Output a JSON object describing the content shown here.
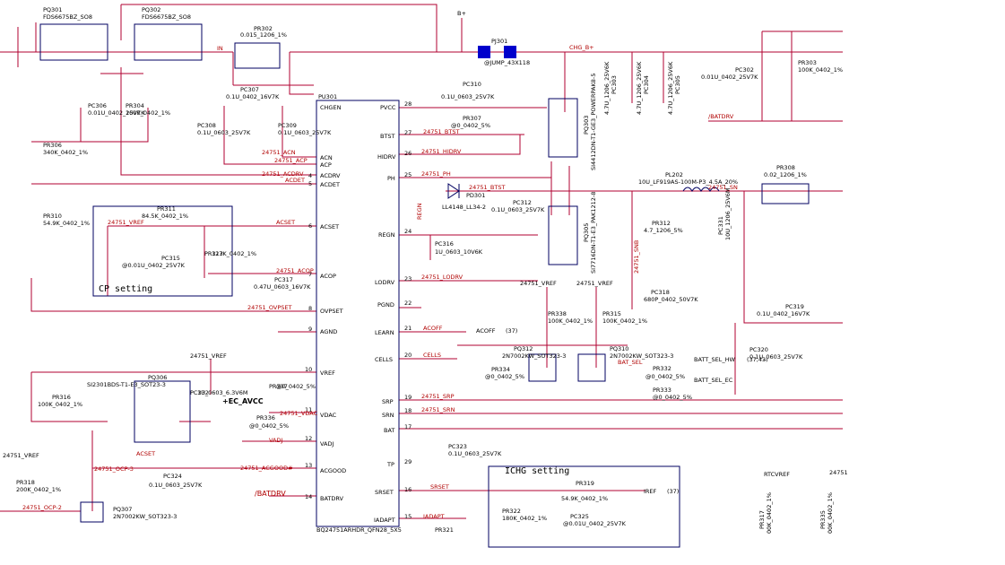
{
  "ic": {
    "ref": "PU301",
    "part": "BQ24751ARHDR_QFN28_5X5",
    "left_pins": [
      {
        "num": "",
        "name": "CHGEN"
      },
      {
        "num": "",
        "name": "ACN"
      },
      {
        "num": "",
        "name": "ACP"
      },
      {
        "num": "4",
        "name": "ACDRV"
      },
      {
        "num": "5",
        "name": "ACDET"
      },
      {
        "num": "6",
        "name": "ACSET"
      },
      {
        "num": "7",
        "name": "ACOP"
      },
      {
        "num": "8",
        "name": "OVPSET"
      },
      {
        "num": "9",
        "name": "AGND"
      },
      {
        "num": "10",
        "name": "VREF"
      },
      {
        "num": "11",
        "name": "VDAC"
      },
      {
        "num": "12",
        "name": "VADJ"
      },
      {
        "num": "13",
        "name": "ACGOOD"
      },
      {
        "num": "14",
        "name": "BATDRV"
      }
    ],
    "right_pins": [
      {
        "num": "28",
        "name": "PVCC"
      },
      {
        "num": "27",
        "name": "BTST"
      },
      {
        "num": "26",
        "name": "HIDRV"
      },
      {
        "num": "25",
        "name": "PH"
      },
      {
        "num": "24",
        "name": "REGN"
      },
      {
        "num": "23",
        "name": "LODRV"
      },
      {
        "num": "22",
        "name": "PGND"
      },
      {
        "num": "21",
        "name": "LEARN"
      },
      {
        "num": "20",
        "name": "CELLS"
      },
      {
        "num": "19",
        "name": "SRP"
      },
      {
        "num": "18",
        "name": "SRN"
      },
      {
        "num": "17",
        "name": "BAT"
      },
      {
        "num": "29",
        "name": "TP"
      },
      {
        "num": "16",
        "name": "SRSET"
      },
      {
        "num": "15",
        "name": "IADAPT"
      }
    ]
  },
  "labels": [
    {
      "id": "pq301-ref",
      "text": "PQ301"
    },
    {
      "id": "pq301-part",
      "text": "FDS6675BZ_SO8"
    },
    {
      "id": "pq302-ref",
      "text": "PQ302"
    },
    {
      "id": "pq302-part",
      "text": "FDS6675BZ_SO8"
    },
    {
      "id": "pr302-ref",
      "text": "PR302"
    },
    {
      "id": "pr302-val",
      "text": "0.015_1206_1%"
    },
    {
      "id": "pj301-ref",
      "text": "PJ301"
    },
    {
      "id": "pj301-val",
      "text": "@JUMP_43X118"
    },
    {
      "id": "b-plus",
      "text": "B+"
    },
    {
      "id": "chg-b",
      "text": "CHG_B+"
    },
    {
      "id": "in",
      "text": "IN"
    },
    {
      "id": "pr303-ref",
      "text": "PR303"
    },
    {
      "id": "pr303-val",
      "text": "100K_0402_1%"
    },
    {
      "id": "pc302-ref",
      "text": "PC302"
    },
    {
      "id": "pc302-val",
      "text": "0.01U_0402_25V7K"
    },
    {
      "id": "batdrv-top",
      "text": "/BATDRV"
    },
    {
      "id": "pc306-ref",
      "text": "PC306"
    },
    {
      "id": "pc306-val",
      "text": "0.01U_0402_25V7K"
    },
    {
      "id": "pr304-ref",
      "text": "PR304"
    },
    {
      "id": "pr304-val",
      "text": "100K_0402_1%"
    },
    {
      "id": "pr306-ref",
      "text": "PR306"
    },
    {
      "id": "pr306-val",
      "text": "340K_0402_1%"
    },
    {
      "id": "pr310-ref",
      "text": "PR310"
    },
    {
      "id": "pr310-val",
      "text": "54.9K_0402_1%"
    },
    {
      "id": "pc307-ref",
      "text": "PC307"
    },
    {
      "id": "pc307-val",
      "text": "0.1U_0402_16V7K"
    },
    {
      "id": "pc308-ref",
      "text": "PC308"
    },
    {
      "id": "pc308-val",
      "text": "0.1U_0603_25V7K"
    },
    {
      "id": "pc309-ref",
      "text": "PC309"
    },
    {
      "id": "pc309-val",
      "text": "0.1U_0603_25V7K"
    },
    {
      "id": "net-acn",
      "text": "24751_ACN"
    },
    {
      "id": "net-acp",
      "text": "24751_ACP"
    },
    {
      "id": "net-acdrv",
      "text": "24751_ACDRV"
    },
    {
      "id": "net-acdet",
      "text": "ACDET"
    },
    {
      "id": "pr311-ref",
      "text": "PR311"
    },
    {
      "id": "pr311-val",
      "text": "84.5K_0402_1%"
    },
    {
      "id": "net-vref-cp",
      "text": "24751_VREF"
    },
    {
      "id": "net-acset",
      "text": "ACSET"
    },
    {
      "id": "pc315-ref",
      "text": "PC315"
    },
    {
      "id": "pc315-val",
      "text": "@0.01U_0402_25V7K"
    },
    {
      "id": "pr313-ref",
      "text": "PR313"
    },
    {
      "id": "pr313-val",
      "text": "127K_0402_1%"
    },
    {
      "id": "cp-setting",
      "text": "CP setting"
    },
    {
      "id": "net-acop",
      "text": "24751_ACOP"
    },
    {
      "id": "pc317-ref",
      "text": "PC317"
    },
    {
      "id": "pc317-val",
      "text": "0.47U_0603_16V7K"
    },
    {
      "id": "net-ovpset",
      "text": "24751_OVPSET"
    },
    {
      "id": "pq306-ref",
      "text": "PQ306"
    },
    {
      "id": "pq306-part",
      "text": "SI2301BDS-T1-E3_SOT23-3"
    },
    {
      "id": "net-vref-mid",
      "text": "24751_VREF"
    },
    {
      "id": "pc332-ref",
      "text": "PC332"
    },
    {
      "id": "pc332-val",
      "text": "1U_0603_6.3V6M"
    },
    {
      "id": "pr337-ref",
      "text": "PR337"
    },
    {
      "id": "pr337-val",
      "text": "@0_0402_5%"
    },
    {
      "id": "ec-avcc",
      "text": "+EC_AVCC"
    },
    {
      "id": "pr336-ref",
      "text": "PR336"
    },
    {
      "id": "pr336-val",
      "text": "@0_0402_5%"
    },
    {
      "id": "net-vdac",
      "text": "24751_VDAC"
    },
    {
      "id": "net-vadj",
      "text": "VADJ"
    },
    {
      "id": "pr316-ref",
      "text": "PR316"
    },
    {
      "id": "pr316-val",
      "text": "100K_0402_1%"
    },
    {
      "id": "net-acset2",
      "text": "ACSET"
    },
    {
      "id": "net-ocp3",
      "text": "24751_OCP-3"
    },
    {
      "id": "pc324-ref",
      "text": "PC324"
    },
    {
      "id": "pc324-val",
      "text": "0.1U_0603_25V7K"
    },
    {
      "id": "net-acgood",
      "text": "24751_ACGOOD#"
    },
    {
      "id": "batdrv-bot",
      "text": "/BATDRV"
    },
    {
      "id": "net-vref-left",
      "text": "24751_VREF"
    },
    {
      "id": "pr318-ref",
      "text": "PR318"
    },
    {
      "id": "pr318-val",
      "text": "200K_0402_1%"
    },
    {
      "id": "net-ocp2",
      "text": "24751_OCP-2"
    },
    {
      "id": "pq307-ref",
      "text": "PQ307"
    },
    {
      "id": "pq307-part",
      "text": "2N7002KW_SOT323-3"
    },
    {
      "id": "pc310-ref",
      "text": "PC310"
    },
    {
      "id": "pc310-val",
      "text": "0.1U_0603_25V7K"
    },
    {
      "id": "pr307-ref",
      "text": "PR307"
    },
    {
      "id": "pr307-val",
      "text": "@0_0402_5%"
    },
    {
      "id": "net-btst",
      "text": "24751_BTST"
    },
    {
      "id": "net-hidrv",
      "text": "24751_HIDRV"
    },
    {
      "id": "net-ph",
      "text": "24751_PH"
    },
    {
      "id": "net-btst2",
      "text": "24751_BTST"
    },
    {
      "id": "pd301-ref",
      "text": "PD301"
    },
    {
      "id": "pd301-val",
      "text": "LL4148_LL34-2"
    },
    {
      "id": "pc312-ref",
      "text": "PC312"
    },
    {
      "id": "pc312-val",
      "text": "0.1U_0603_25V7K"
    },
    {
      "id": "net-regn",
      "text": "REGN"
    },
    {
      "id": "pc316-ref",
      "text": "PC316"
    },
    {
      "id": "pc316-val",
      "text": "1U_0603_10V6K"
    },
    {
      "id": "net-lodrv",
      "text": "24751_LODRV"
    },
    {
      "id": "pq303-ref",
      "text": "PQ303"
    },
    {
      "id": "pq303-part",
      "text": "SI4412DN-T1-GE3_POWERPAK8-5"
    },
    {
      "id": "pq305-ref",
      "text": "PQ305"
    },
    {
      "id": "pq305-part",
      "text": "SI7716DN-T1-E3_PAK1212-8"
    },
    {
      "id": "pc303-val",
      "text": "4.7U_1206_25V6K"
    },
    {
      "id": "pc303-ref",
      "text": "PC303"
    },
    {
      "id": "pc304-val",
      "text": "4.7U_1206_25V6K"
    },
    {
      "id": "pc304-ref",
      "text": "PC304"
    },
    {
      "id": "pc305-val",
      "text": "4.7U_1206_25V6K"
    },
    {
      "id": "pc305-ref",
      "text": "PC305"
    },
    {
      "id": "pl202-ref",
      "text": "PL202"
    },
    {
      "id": "pl202-val",
      "text": "10U_LF919AS-100M-P3_4.5A_20%"
    },
    {
      "id": "net-sn",
      "text": "24751_SN"
    },
    {
      "id": "pr308-ref",
      "text": "PR308"
    },
    {
      "id": "pr308-val",
      "text": "0.02_1206_1%"
    },
    {
      "id": "pc331-ref",
      "text": "PC331"
    },
    {
      "id": "pc331-val",
      "text": "10U_1206_25V6M"
    },
    {
      "id": "pr312-ref",
      "text": "PR312"
    },
    {
      "id": "pr312-val",
      "text": "4.7_1206_5%"
    },
    {
      "id": "net-snb",
      "text": "24751_SNB"
    },
    {
      "id": "pc318-ref",
      "text": "PC318"
    },
    {
      "id": "pc318-val",
      "text": "680P_0402_50V7K"
    },
    {
      "id": "net-vref-a",
      "text": "24751_VREF"
    },
    {
      "id": "net-vref-b",
      "text": "24751_VREF"
    },
    {
      "id": "pr338-ref",
      "text": "PR338"
    },
    {
      "id": "pr338-val",
      "text": "100K_0402_1%"
    },
    {
      "id": "pr315-ref",
      "text": "PR315"
    },
    {
      "id": "pr315-val",
      "text": "100K_0402_1%"
    },
    {
      "id": "net-acoff",
      "text": "ACOFF"
    },
    {
      "id": "acoff-37",
      "text": "ACOFF"
    },
    {
      "id": "acoff-37n",
      "text": "(37)"
    },
    {
      "id": "net-cells",
      "text": "CELLS"
    },
    {
      "id": "pq312-ref",
      "text": "PQ312"
    },
    {
      "id": "pq312-part",
      "text": "2N7002KW_SOT323-3"
    },
    {
      "id": "pq310-ref",
      "text": "PQ310"
    },
    {
      "id": "pq310-part",
      "text": "2N7002KW_SOT323-3"
    },
    {
      "id": "pr334-ref",
      "text": "PR334"
    },
    {
      "id": "pr334-val",
      "text": "@0_0402_5%"
    },
    {
      "id": "net-bat-sel",
      "text": "BAT_SEL"
    },
    {
      "id": "pr332-ref",
      "text": "PR332"
    },
    {
      "id": "pr332-val",
      "text": "@0_0402_5%"
    },
    {
      "id": "pr333-ref",
      "text": "PR333"
    },
    {
      "id": "pr333-val",
      "text": "@0_0402_5%"
    },
    {
      "id": "batt-sel-hw",
      "text": "BATT_SEL_HW"
    },
    {
      "id": "batt-sel-ec",
      "text": "BATT_SEL_EC"
    },
    {
      "id": "batt-sel-note",
      "text": "(37,43)"
    },
    {
      "id": "pc319-ref",
      "text": "PC319"
    },
    {
      "id": "pc319-val",
      "text": "0.1U_0402_16V7K"
    },
    {
      "id": "pc320-ref",
      "text": "PC320"
    },
    {
      "id": "pc320-val",
      "text": "0.1U_0603_25V7K"
    },
    {
      "id": "net-srp",
      "text": "24751_SRP"
    },
    {
      "id": "net-srn",
      "text": "24751_SRN"
    },
    {
      "id": "pc323-ref",
      "text": "PC323"
    },
    {
      "id": "pc323-val",
      "text": "0.1U_0603_25V7K"
    },
    {
      "id": "ichg-setting",
      "text": "ICHG setting"
    },
    {
      "id": "net-srset",
      "text": "SRSET"
    },
    {
      "id": "pr319-ref",
      "text": "PR319"
    },
    {
      "id": "pr319-val",
      "text": "54.9K_0402_1%"
    },
    {
      "id": "iref",
      "text": "IREF"
    },
    {
      "id": "iref-37",
      "text": "(37)"
    },
    {
      "id": "pr322-ref",
      "text": "PR322"
    },
    {
      "id": "pr322-val",
      "text": "180K_0402_1%"
    },
    {
      "id": "pc325-ref",
      "text": "PC325"
    },
    {
      "id": "pc325-val",
      "text": "@0.01U_0402_25V7K"
    },
    {
      "id": "net-iadapt",
      "text": "IADAPT"
    },
    {
      "id": "pr321-ref",
      "text": "PR321"
    },
    {
      "id": "rtcvref",
      "text": "RTCVREF"
    },
    {
      "id": "v24751",
      "text": "24751"
    },
    {
      "id": "pr317-ref",
      "text": "PR317"
    },
    {
      "id": "pr317-val",
      "text": "00K_0402_1%"
    },
    {
      "id": "pr335-ref",
      "text": "PR335"
    },
    {
      "id": "pr335-val",
      "text": "00K_0402_1%"
    }
  ],
  "colors": {
    "wire": "#b00030",
    "part": "#000060",
    "text_red": "#b00000",
    "text": "#000000",
    "jumper": "#0000cc"
  }
}
